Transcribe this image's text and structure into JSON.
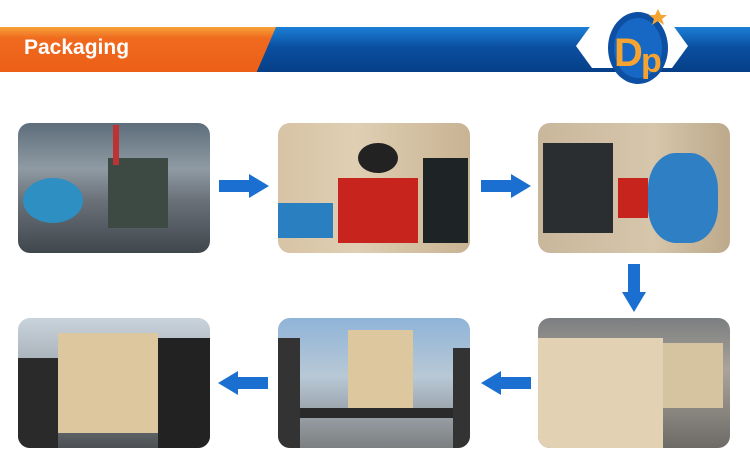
{
  "header": {
    "title": "Packaging",
    "logo_text": "Dp"
  },
  "colors": {
    "orange": "#ec5f17",
    "blue": "#0b4fa0",
    "arrow": "#1a6fd0"
  },
  "steps": [
    {
      "name": "pump-assembly-on-hoist"
    },
    {
      "name": "engine-on-pallet"
    },
    {
      "name": "pump-set-in-crate"
    },
    {
      "name": "crates-in-warehouse"
    },
    {
      "name": "crate-on-forklift"
    },
    {
      "name": "crate-loading-truck"
    }
  ]
}
